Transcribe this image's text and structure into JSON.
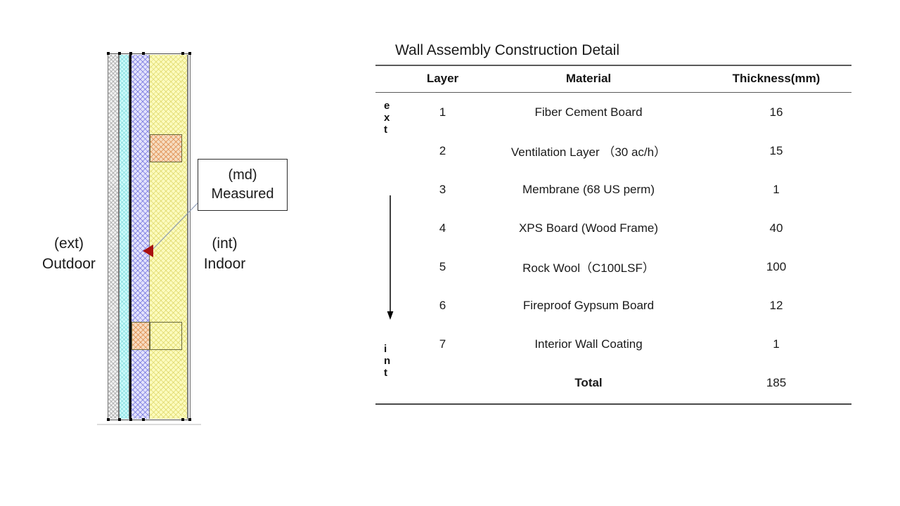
{
  "figure": {
    "outdoor_label": {
      "code": "(ext)",
      "name": "Outdoor"
    },
    "indoor_label": {
      "code": "(int)",
      "name": "Indoor"
    },
    "callout": {
      "code": "(md)",
      "name": "Measured"
    },
    "marker_icon": "measurement-point-marker",
    "layers": [
      {
        "id": 1,
        "name": "Fiber Cement Board",
        "fill": "#f2f2f2"
      },
      {
        "id": 2,
        "name": "Ventilation Layer",
        "fill": "#ccfbfb"
      },
      {
        "id": 3,
        "name": "Membrane",
        "fill": "#111111"
      },
      {
        "id": 4,
        "name": "XPS Board (Wood Frame)",
        "fill": "#e3e3fb"
      },
      {
        "id": 5,
        "name": "Rock Wool",
        "fill": "#fcfbbe"
      },
      {
        "id": 6,
        "name": "Fireproof Gypsum Board",
        "fill": "#fcfbbe"
      },
      {
        "id": 7,
        "name": "Interior Wall Coating",
        "fill": "#f2f2f2"
      }
    ],
    "frame_blocks": [
      {
        "name": "wood-frame-stud-top",
        "fill": "#f7ddc2"
      },
      {
        "name": "wood-frame-stud-bottom",
        "fill": "#f7ddc2"
      },
      {
        "name": "cavity-outline-bottom",
        "fill": "none"
      }
    ]
  },
  "table": {
    "title": "Wall Assembly Construction Detail",
    "side_top": [
      "e",
      "x",
      "t"
    ],
    "side_bottom": [
      "i",
      "n",
      "t"
    ],
    "direction_icon": "down-arrow-icon",
    "columns": [
      "Layer",
      "Material",
      "Thickness(mm)"
    ],
    "rows": [
      {
        "layer": "1",
        "material": "Fiber Cement Board",
        "thickness": "16"
      },
      {
        "layer": "2",
        "material": "Ventilation Layer （30 ac/h）",
        "thickness": "15"
      },
      {
        "layer": "3",
        "material": "Membrane (68 US perm)",
        "thickness": "1"
      },
      {
        "layer": "4",
        "material": "XPS Board (Wood Frame)",
        "thickness": "40"
      },
      {
        "layer": "5",
        "material": "Rock Wool（C100LSF）",
        "thickness": "100"
      },
      {
        "layer": "6",
        "material": "Fireproof Gypsum Board",
        "thickness": "12"
      },
      {
        "layer": "7",
        "material": "Interior Wall Coating",
        "thickness": "1"
      }
    ],
    "total": {
      "label": "Total",
      "thickness": "185"
    }
  },
  "chart_data": {
    "type": "table",
    "title": "Wall Assembly Construction Detail",
    "categories": [
      "1",
      "2",
      "3",
      "4",
      "5",
      "6",
      "7"
    ],
    "values": [
      16,
      15,
      1,
      40,
      100,
      12,
      1
    ],
    "labels": [
      "Fiber Cement Board",
      "Ventilation Layer (30 ac/h)",
      "Membrane (68 US perm)",
      "XPS Board (Wood Frame)",
      "Rock Wool (C100LSF)",
      "Fireproof Gypsum Board",
      "Interior Wall Coating"
    ],
    "xlabel": "Layer",
    "ylabel": "Thickness(mm)",
    "total": 185,
    "orientation": "exterior-to-interior"
  }
}
